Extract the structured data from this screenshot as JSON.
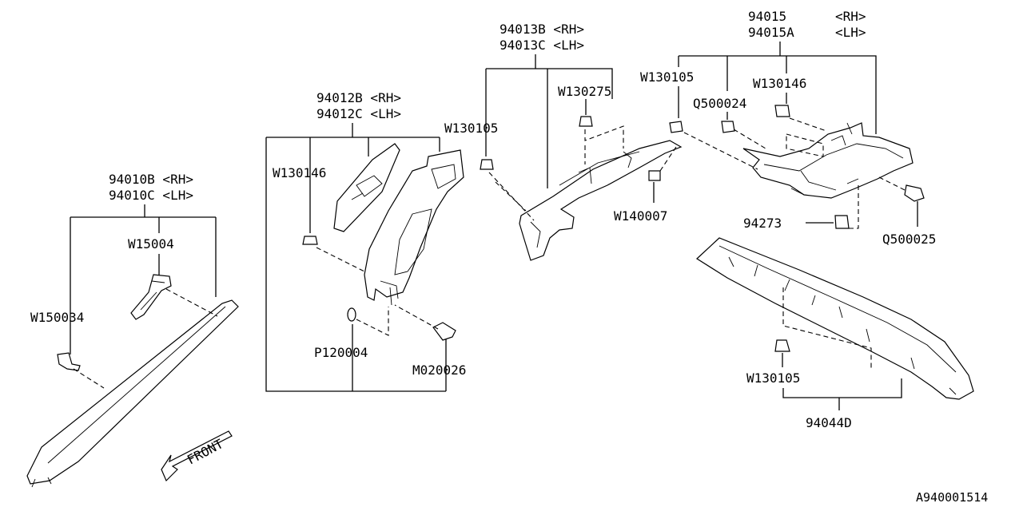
{
  "labels": {
    "p94010b": "94010B <RH>",
    "p94010c": "94010C <LH>",
    "w15004": "W15004",
    "w150034": "W150034",
    "p94012b": "94012B <RH>",
    "p94012c": "94012C <LH>",
    "w130146_a": "W130146",
    "p120004": "P120004",
    "m020026": "M020026",
    "p94013b": "94013B <RH>",
    "p94013c": "94013C <LH>",
    "w130105_a": "W130105",
    "w130275": "W130275",
    "w140007": "W140007",
    "p94015": "94015",
    "p94015_rh": "<RH>",
    "p94015a": "94015A",
    "p94015a_lh": "<LH>",
    "w130105_b": "W130105",
    "w130146_b": "W130146",
    "q500024": "Q500024",
    "p94273": "94273",
    "q500025": "Q500025",
    "w130105_c": "W130105",
    "p94044d": "94044D",
    "front": "FRONT",
    "diagram_code": "A940001514"
  }
}
